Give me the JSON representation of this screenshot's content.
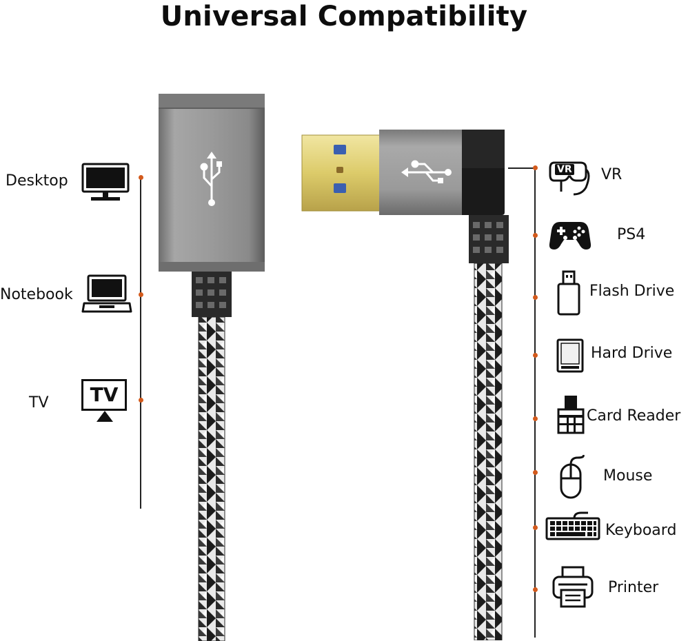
{
  "title": "Universal Compatibility",
  "left_devices": [
    {
      "label": "Desktop",
      "icon": "desktop-icon"
    },
    {
      "label": "Notebook",
      "icon": "laptop-icon"
    },
    {
      "label": "TV",
      "icon": "tv-icon",
      "icon_text": "TV"
    }
  ],
  "right_devices": [
    {
      "label": "VR",
      "icon": "vr-headset-icon",
      "icon_text": "VR"
    },
    {
      "label": "PS4",
      "icon": "gamepad-icon"
    },
    {
      "label": "Flash Drive",
      "icon": "flash-drive-icon"
    },
    {
      "label": "Hard Drive",
      "icon": "hard-drive-icon"
    },
    {
      "label": "Card Reader",
      "icon": "card-reader-icon"
    },
    {
      "label": "Mouse",
      "icon": "mouse-icon"
    },
    {
      "label": "Keyboard",
      "icon": "keyboard-icon"
    },
    {
      "label": "Printer",
      "icon": "printer-icon"
    }
  ],
  "colors": {
    "connector_dot": "#d35a1c",
    "aluminum": "#8f8f8f",
    "gold_plug": "#d8c66a"
  }
}
